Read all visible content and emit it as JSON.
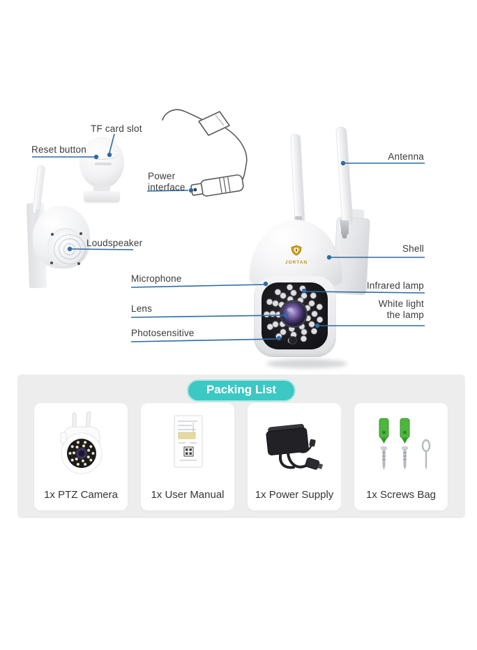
{
  "colors": {
    "accent_teal": "#3CC8C3",
    "accent_teal_border": "#AEE7E3",
    "callout_blue": "#2E6BA3",
    "text_dark": "#3A3A3C",
    "panel_gray": "#EDEDED",
    "card_white": "#FFFFFF",
    "brand_gold": "#D4A41C",
    "lens_purple": "#6F5BA0",
    "anchor_green": "#4DB63D",
    "led_warm": "#F0E7C2"
  },
  "diagram": {
    "brand": "JORTAN",
    "labels": {
      "tf_card_slot": "TF card slot",
      "reset_button": "Reset button",
      "power_interface": "Power interface",
      "loudspeaker": "Loudspeaker",
      "microphone": "Microphone",
      "lens": "Lens",
      "photosensitive": "Photosensitive",
      "antenna": "Antenna",
      "shell": "Shell",
      "infrared_lamp": "Infrared lamp",
      "white_light_lamp": "White light the lamp"
    }
  },
  "packing_list": {
    "title": "Packing List",
    "items": [
      {
        "label": "1x PTZ Camera"
      },
      {
        "label": "1x User Manual"
      },
      {
        "label": "1x Power Supply"
      },
      {
        "label": "1x Screws Bag"
      }
    ]
  }
}
